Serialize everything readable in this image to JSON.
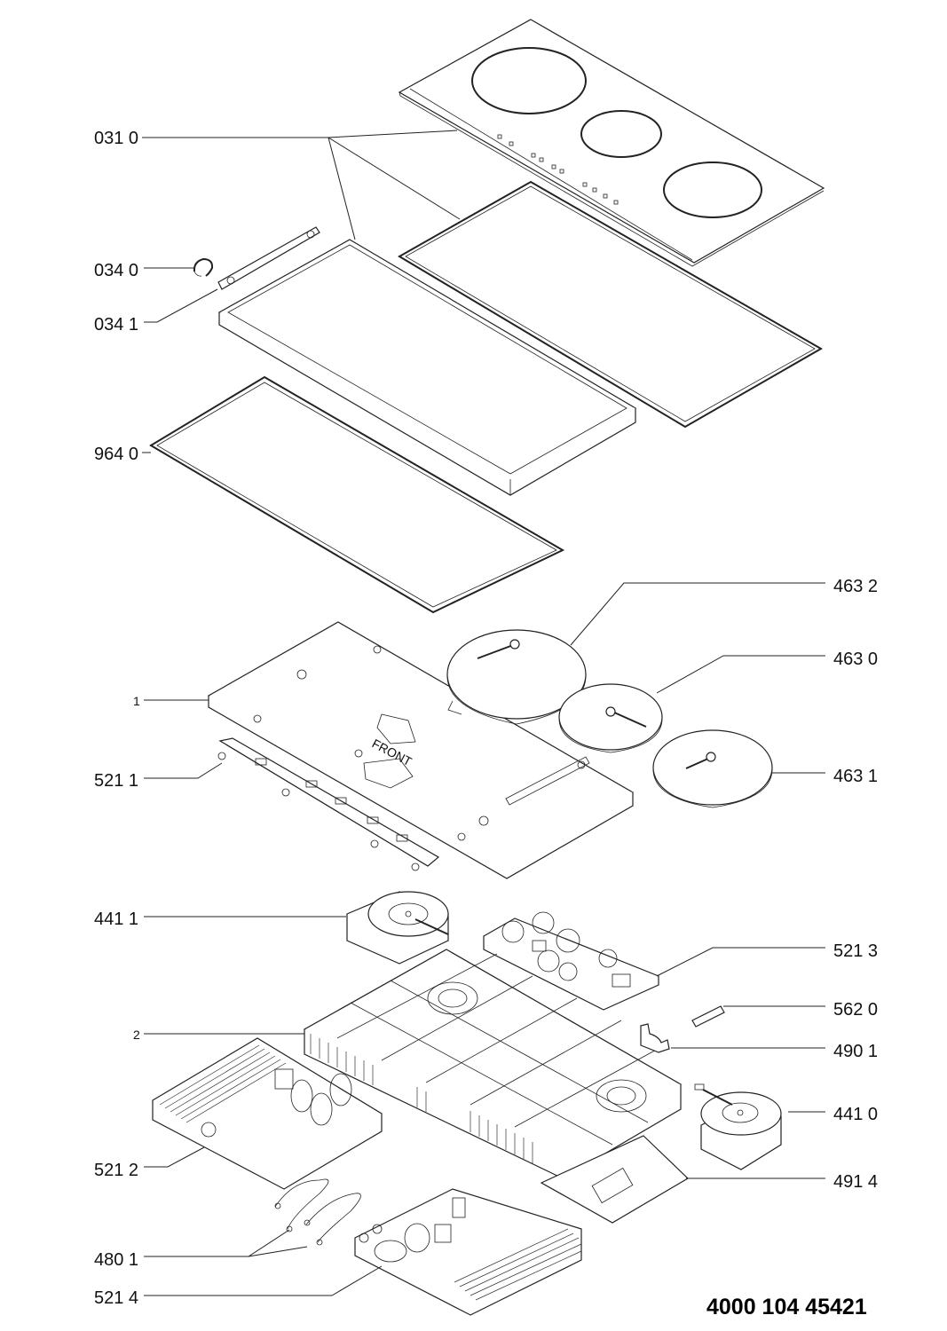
{
  "document": {
    "title": "Induction hob exploded parts diagram",
    "document_number": "4000 104 45421"
  },
  "callouts": [
    {
      "id": "0310",
      "label": "031 0",
      "part": "glass-ceramic-top"
    },
    {
      "id": "0340",
      "label": "034 0",
      "part": "clip"
    },
    {
      "id": "0341",
      "label": "034 1",
      "part": "bracket"
    },
    {
      "id": "9640",
      "label": "964 0",
      "part": "gasket"
    },
    {
      "id": "4632",
      "label": "463 2",
      "part": "induction-coil-large"
    },
    {
      "id": "4630",
      "label": "463 0",
      "part": "induction-coil-small"
    },
    {
      "id": "1",
      "label": "1",
      "part": "support-plate"
    },
    {
      "id": "4631",
      "label": "463 1",
      "part": "induction-coil-medium"
    },
    {
      "id": "5211",
      "label": "521 1",
      "part": "control-board"
    },
    {
      "id": "4411",
      "label": "441 1",
      "part": "fan-left"
    },
    {
      "id": "5213",
      "label": "521 3",
      "part": "filter-board"
    },
    {
      "id": "5620",
      "label": "562 0",
      "part": "fuse"
    },
    {
      "id": "2",
      "label": "2",
      "part": "bottom-housing"
    },
    {
      "id": "4901",
      "label": "490 1",
      "part": "cable-clamp"
    },
    {
      "id": "4410",
      "label": "441 0",
      "part": "fan-right"
    },
    {
      "id": "5212",
      "label": "521 2",
      "part": "power-board-left"
    },
    {
      "id": "4914",
      "label": "491 4",
      "part": "terminal-cover"
    },
    {
      "id": "4801",
      "label": "480 1",
      "part": "wire-harness"
    },
    {
      "id": "5214",
      "label": "521 4",
      "part": "power-board-right"
    }
  ],
  "embossed_text": {
    "front": "FRONT"
  }
}
